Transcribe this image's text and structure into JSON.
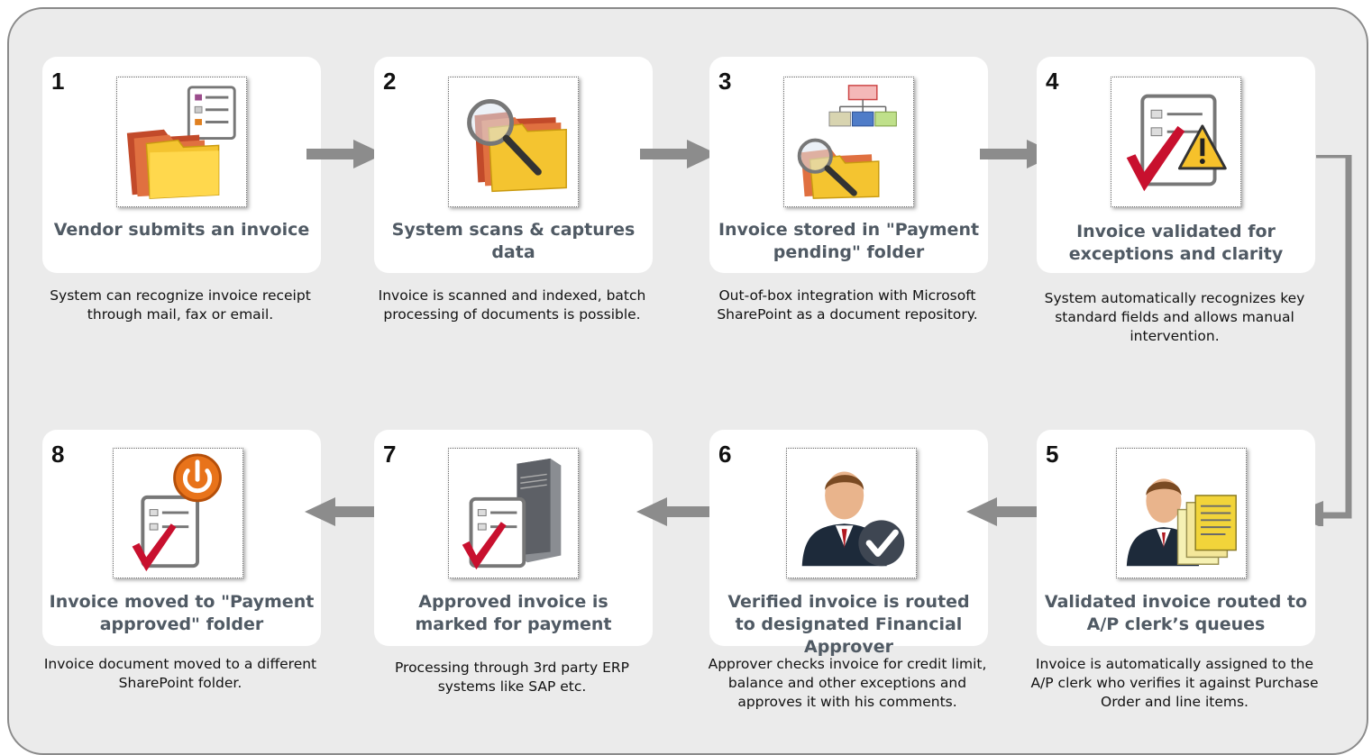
{
  "colors": {
    "panel": "#ebebeb",
    "title": "#505a64",
    "arrow": "#8c8c8c"
  },
  "steps": [
    {
      "number": "1",
      "title": "Vendor submits an invoice",
      "description": "System can recognize invoice receipt through mail, fax or email.",
      "icon": "folders-with-form-icon"
    },
    {
      "number": "2",
      "title": "System scans & captures data",
      "description": "Invoice is scanned and indexed, batch processing of documents is possible.",
      "icon": "folders-magnifier-icon"
    },
    {
      "number": "3",
      "title": "Invoice stored in \"Payment pending\" folder",
      "description": "Out-of-box integration with Microsoft  SharePoint as a document repository.",
      "icon": "org-chart-folder-icon"
    },
    {
      "number": "4",
      "title": "Invoice validated for exceptions and clarity",
      "description": "System automatically recognizes key standard fields and allows manual intervention.",
      "icon": "document-check-warning-icon"
    },
    {
      "number": "5",
      "title": "Validated invoice routed to A/P clerk’s queues",
      "description": "Invoice is automatically assigned to the A/P clerk who verifies it against Purchase Order and line items.",
      "icon": "clerk-documents-icon"
    },
    {
      "number": "6",
      "title": "Verified invoice is routed to designated Financial Approver",
      "description": "Approver checks invoice for credit limit,  balance and other exceptions and approves it with his comments.",
      "icon": "approver-check-icon"
    },
    {
      "number": "7",
      "title": "Approved invoice is marked for payment",
      "description": "Processing through 3rd party ERP systems like SAP etc.",
      "icon": "document-server-icon"
    },
    {
      "number": "8",
      "title": "Invoice moved to \"Payment approved\" folder",
      "description": "Invoice document moved to a different SharePoint folder.",
      "icon": "document-power-icon"
    }
  ]
}
